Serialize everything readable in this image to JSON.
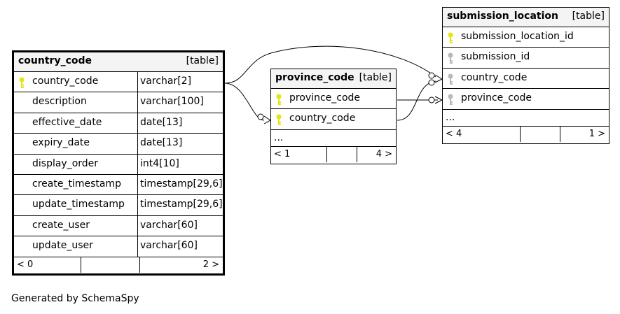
{
  "credit": "Generated by SchemaSpy",
  "colors": {
    "primary_key": "#e5e50f",
    "foreign_key": "#b8b8b8",
    "header_bg": "#f4f4f4"
  },
  "country_code": {
    "name": "country_code",
    "kind": "[table]",
    "columns": [
      {
        "name": "country_code",
        "type": "varchar[2]",
        "key": "primary-key-icon"
      },
      {
        "name": "description",
        "type": "varchar[100]"
      },
      {
        "name": "effective_date",
        "type": "date[13]"
      },
      {
        "name": "expiry_date",
        "type": "date[13]"
      },
      {
        "name": "display_order",
        "type": "int4[10]"
      },
      {
        "name": "create_timestamp",
        "type": "timestamp[29,6]"
      },
      {
        "name": "update_timestamp",
        "type": "timestamp[29,6]"
      },
      {
        "name": "create_user",
        "type": "varchar[60]"
      },
      {
        "name": "update_user",
        "type": "varchar[60]"
      }
    ],
    "parents": "< 0",
    "children": "2 >"
  },
  "province_code": {
    "name": "province_code",
    "kind": "[table]",
    "columns": [
      {
        "name": "province_code",
        "key": "primary-key-icon"
      },
      {
        "name": "country_code",
        "key": "primary-key-icon"
      }
    ],
    "ellipsis": "...",
    "parents": "< 1",
    "children": "4 >"
  },
  "submission_location": {
    "name": "submission_location",
    "kind": "[table]",
    "columns": [
      {
        "name": "submission_location_id",
        "key": "primary-key-icon"
      },
      {
        "name": "submission_id",
        "key": "foreign-key-icon"
      },
      {
        "name": "country_code",
        "key": "foreign-key-icon"
      },
      {
        "name": "province_code",
        "key": "foreign-key-icon"
      }
    ],
    "ellipsis": "...",
    "parents": "< 4",
    "children": "1 >"
  }
}
